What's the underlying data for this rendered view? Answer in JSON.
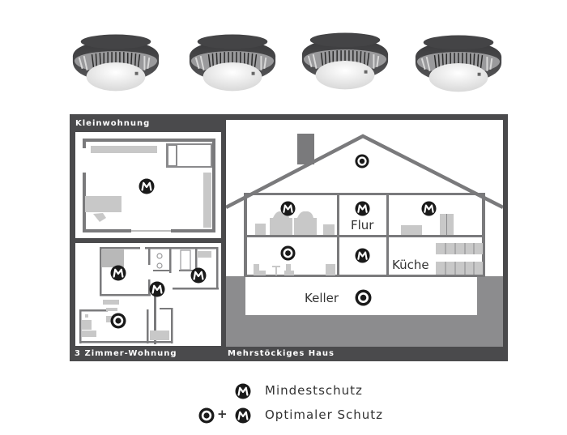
{
  "detectors": {
    "count": 4,
    "items": [
      {
        "name": "smoke-detector-1"
      },
      {
        "name": "smoke-detector-2"
      },
      {
        "name": "smoke-detector-3"
      },
      {
        "name": "smoke-detector-4"
      }
    ]
  },
  "panels": {
    "small_apartment": {
      "label": "Kleinwohnung"
    },
    "three_room": {
      "label": "3 Zimmer-Wohnung"
    },
    "house": {
      "label": "Mehrstöckiges Haus",
      "rooms": {
        "hallway": "Flur",
        "kitchen": "Küche",
        "cellar": "Keller"
      }
    }
  },
  "legend": {
    "minimum": {
      "symbol": "M",
      "label": "Mindestschutz"
    },
    "optimal": {
      "symbol": "◎ + M",
      "plus": "+",
      "label": "Optimaler Schutz"
    }
  },
  "colors": {
    "frame": "#4a4a4c",
    "wall": "#7a7a7c",
    "furniture": "#c8c8c8",
    "ground": "#8c8c8e",
    "marker": "#1a1a1a"
  }
}
